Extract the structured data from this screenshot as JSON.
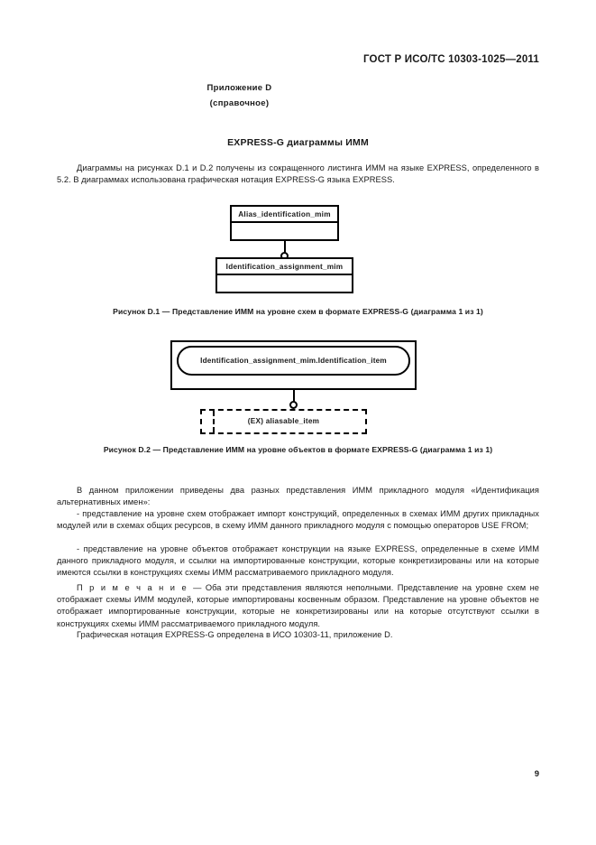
{
  "header": {
    "standard_number": "ГОСТ Р ИСО/ТС 10303-1025—2011"
  },
  "annex": {
    "title": "Приложение D",
    "subtitle": "(справочное)",
    "section_title": "EXPRESS-G диаграммы ИММ"
  },
  "paragraphs": {
    "intro": "Диаграммы на рисунках D.1 и D.2 получены из сокращенного листинга ИММ на языке EXPRESS, определенного в 5.2. В диаграммах использована графическая нотация EXPRESS-G языка EXPRESS.",
    "body_1": "В данном приложении приведены два разных представления ИММ прикладного модуля «Идентификация альтернативных имен»:",
    "body_2": "- представление на уровне схем отображает импорт конструкций, определенных в схемах ИММ других прикладных модулей или в схемах общих ресурсов, в схему ИММ данного прикладного модуля с помощью операторов USE FROM;",
    "body_3": "- представление на уровне объектов отображает конструкции на языке EXPRESS, определенные в схеме ИММ данного прикладного модуля, и ссылки на импортированные конструкции, которые конкретизированы или на которые имеются ссылки в конструкциях схемы ИММ рассматриваемого прикладного модуля.",
    "note_lead": "П р и м е ч а н и е ",
    "note_body": "— Оба эти представления являются неполными. Представление на уровне схем не отображает схемы ИММ модулей, которые импортированы косвенным образом. Представление на уровне объектов не отображает импортированные конструкции, которые не конкретизированы или на которые отсутствуют ссылки в конструкциях схемы ИММ рассматриваемого прикладного модуля.",
    "final": "Графическая нотация EXPRESS-G определена в ИСО 10303-11, приложение D."
  },
  "figures": {
    "d1": {
      "caption": "Рисунок D.1 — Представление ИММ на уровне схем в формате EXPRESS-G (диаграмма 1 из 1)",
      "box_top_label": "Alias_identification_mim",
      "box_bottom_label": "Identification_assignment_mim"
    },
    "d2": {
      "caption": "Рисунок D.2 — Представление ИММ на уровне объектов в формате EXPRESS-G (диаграмма 1 из 1)",
      "entity_label": "Identification_assignment_mim.Identification_item",
      "ex_label": "(EX) aliasable_item"
    }
  },
  "footer": {
    "page_number": "9"
  }
}
